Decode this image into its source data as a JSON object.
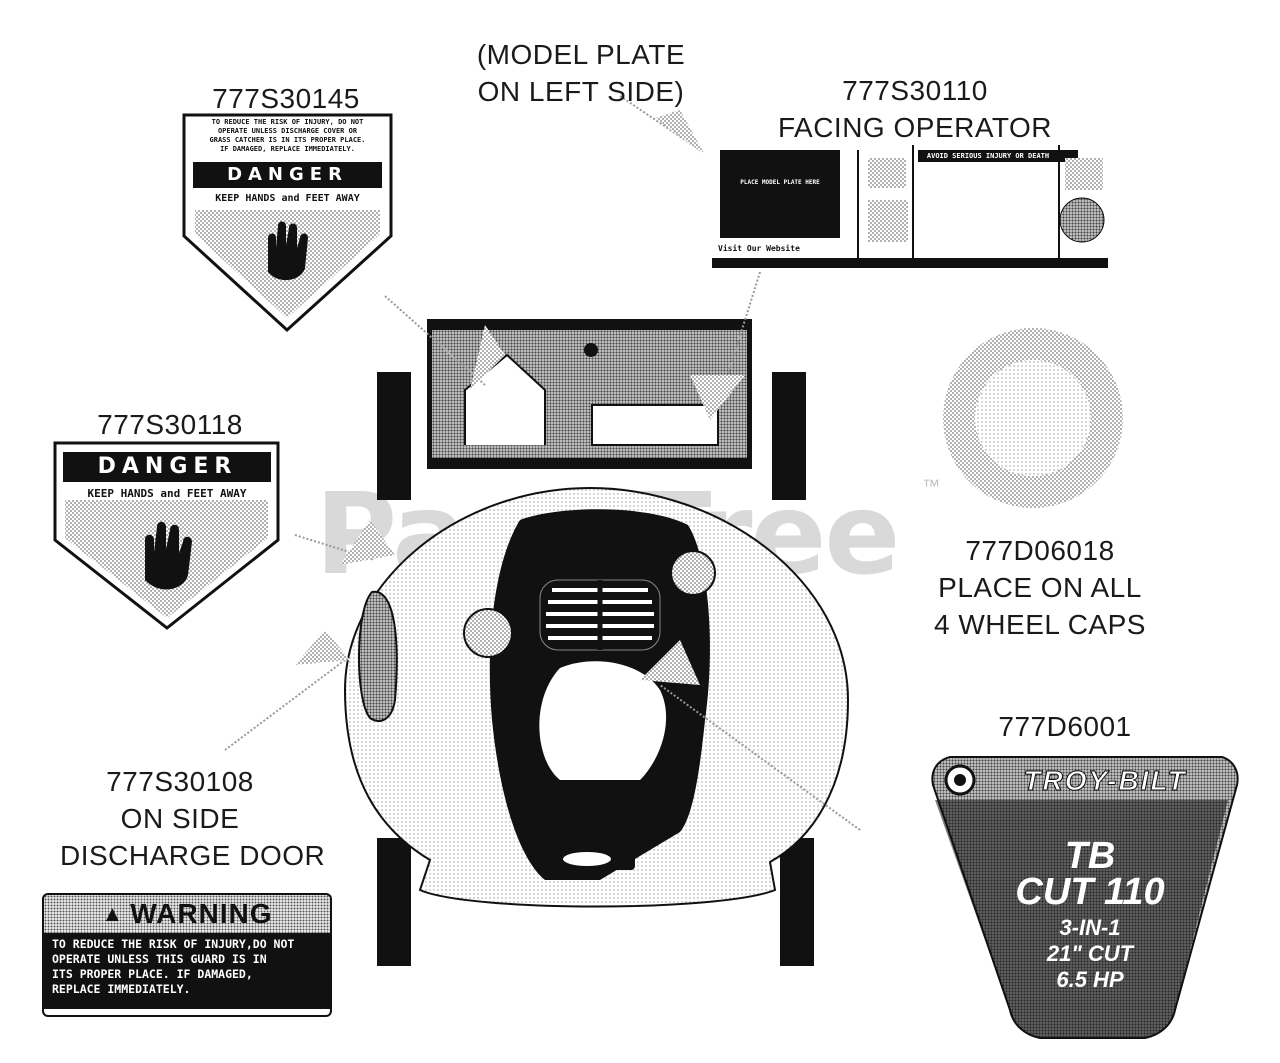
{
  "watermark": {
    "text": "PartsTree",
    "tm": "™"
  },
  "callouts": {
    "model_plate": [
      "(MODEL PLATE",
      "ON LEFT SIDE)"
    ],
    "s30145": "777S30145",
    "s30110": [
      "777S30110",
      "FACING OPERATOR"
    ],
    "s30118": "777S30118",
    "d06018": [
      "777D06018",
      "PLACE ON ALL",
      "4 WHEEL CAPS"
    ],
    "d6001": "777D6001",
    "s30108": [
      "777S30108",
      "ON SIDE",
      "DISCHARGE DOOR"
    ]
  },
  "decal_30145": {
    "text": [
      "TO REDUCE THE RISK OF INJURY, DO NOT",
      "OPERATE UNLESS DISCHARGE COVER OR",
      "GRASS CATCHER IS IN ITS PROPER PLACE.",
      "IF DAMAGED, REPLACE IMMEDIATELY."
    ],
    "header": "DANGER",
    "sub": "KEEP HANDS and FEET AWAY"
  },
  "decal_30118": {
    "header": "DANGER",
    "sub": "KEEP HANDS and FEET AWAY"
  },
  "decal_30110": {
    "plate": "PLACE MODEL PLATE HERE",
    "heading": "AVOID SERIOUS INJURY OR DEATH",
    "website": "Visit Our Website"
  },
  "decal_30108": {
    "header": "WARNING",
    "body": [
      "TO REDUCE THE RISK OF INJURY,DO NOT",
      "OPERATE UNLESS THIS GUARD IS IN",
      "ITS PROPER PLACE.  IF DAMAGED,",
      "REPLACE IMMEDIATELY."
    ]
  },
  "decal_6001": {
    "brand": "TROY-BILT",
    "model": [
      "TB",
      "CUT 110"
    ],
    "spec": [
      "3-IN-1",
      "21\" CUT",
      "6.5 HP"
    ]
  },
  "colors": {
    "ink": "#111111",
    "stipple": "#9a9a9a",
    "paper": "#ffffff"
  }
}
